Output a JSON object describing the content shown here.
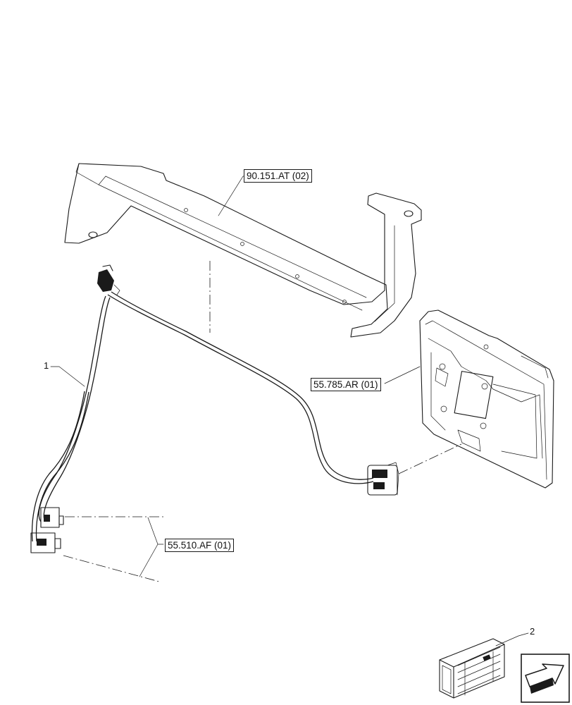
{
  "references": {
    "bracket": "90.151.AT (02)",
    "display": "55.785.AR (01)",
    "connectors": "55.510.AF (01)"
  },
  "callouts": {
    "harness": "1",
    "kit": "2"
  },
  "icons": {
    "navigation": "next-page-arrow-icon",
    "kit": "parts-crate-icon"
  }
}
